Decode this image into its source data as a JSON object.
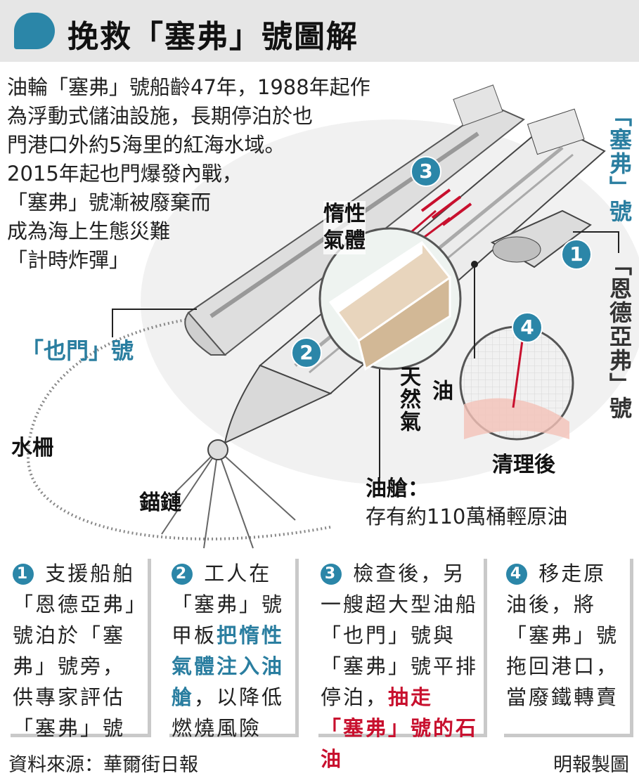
{
  "header": {
    "title": "挽救「塞弗」號圖解"
  },
  "intro": {
    "lines": [
      "油輪「塞弗」號船齡47年，1988年起作",
      "為浮動式儲油設施，長期停泊於也",
      "門港口外約5海里的紅海水域。",
      "2015年起也門爆發內戰，",
      "「塞弗」號漸被廢棄而",
      "成為海上生態災難",
      "「計時炸彈」"
    ]
  },
  "labels": {
    "safer": "「塞弗」號",
    "nautica": "「恩德亞弗」號",
    "yemen": "「也門」號",
    "boom": "水柵",
    "chain": "錨鏈",
    "inert_gas": [
      "惰性",
      "氣體"
    ],
    "natural_gas": "天然氣",
    "oil": "油",
    "after_clean": "清理後",
    "tank_title": "油艙：",
    "tank_desc": "存有約110萬桶輕原油"
  },
  "badges": [
    "1",
    "2",
    "3",
    "4"
  ],
  "steps": [
    {
      "num": "1",
      "parts": [
        {
          "t": " 支援船舶「恩德亞弗」號泊於「塞弗」號旁，供專家評估「塞弗」號",
          "s": ""
        }
      ]
    },
    {
      "num": "2",
      "parts": [
        {
          "t": " 工人在「塞弗」號甲板",
          "s": ""
        },
        {
          "t": "把惰性氣體注入油艙",
          "s": "blue"
        },
        {
          "t": "，以降低燃燒風險",
          "s": ""
        }
      ]
    },
    {
      "num": "3",
      "parts": [
        {
          "t": " 檢查後，另一艘超大型油船「也門」號與「塞弗」號平排停泊，",
          "s": ""
        },
        {
          "t": "抽走「塞弗」號的石油",
          "s": "red"
        }
      ]
    },
    {
      "num": "4",
      "parts": [
        {
          "t": " 移走原油後，將「塞弗」號拖回港口，當廢鐵轉賣",
          "s": ""
        }
      ]
    }
  ],
  "footer": {
    "source": "資料來源：華爾街日報",
    "credit": "明報製圖"
  },
  "colors": {
    "accent": "#2b86a8",
    "red": "#c8102e",
    "hull": "#ececec",
    "sea": "#f1f1f1"
  }
}
